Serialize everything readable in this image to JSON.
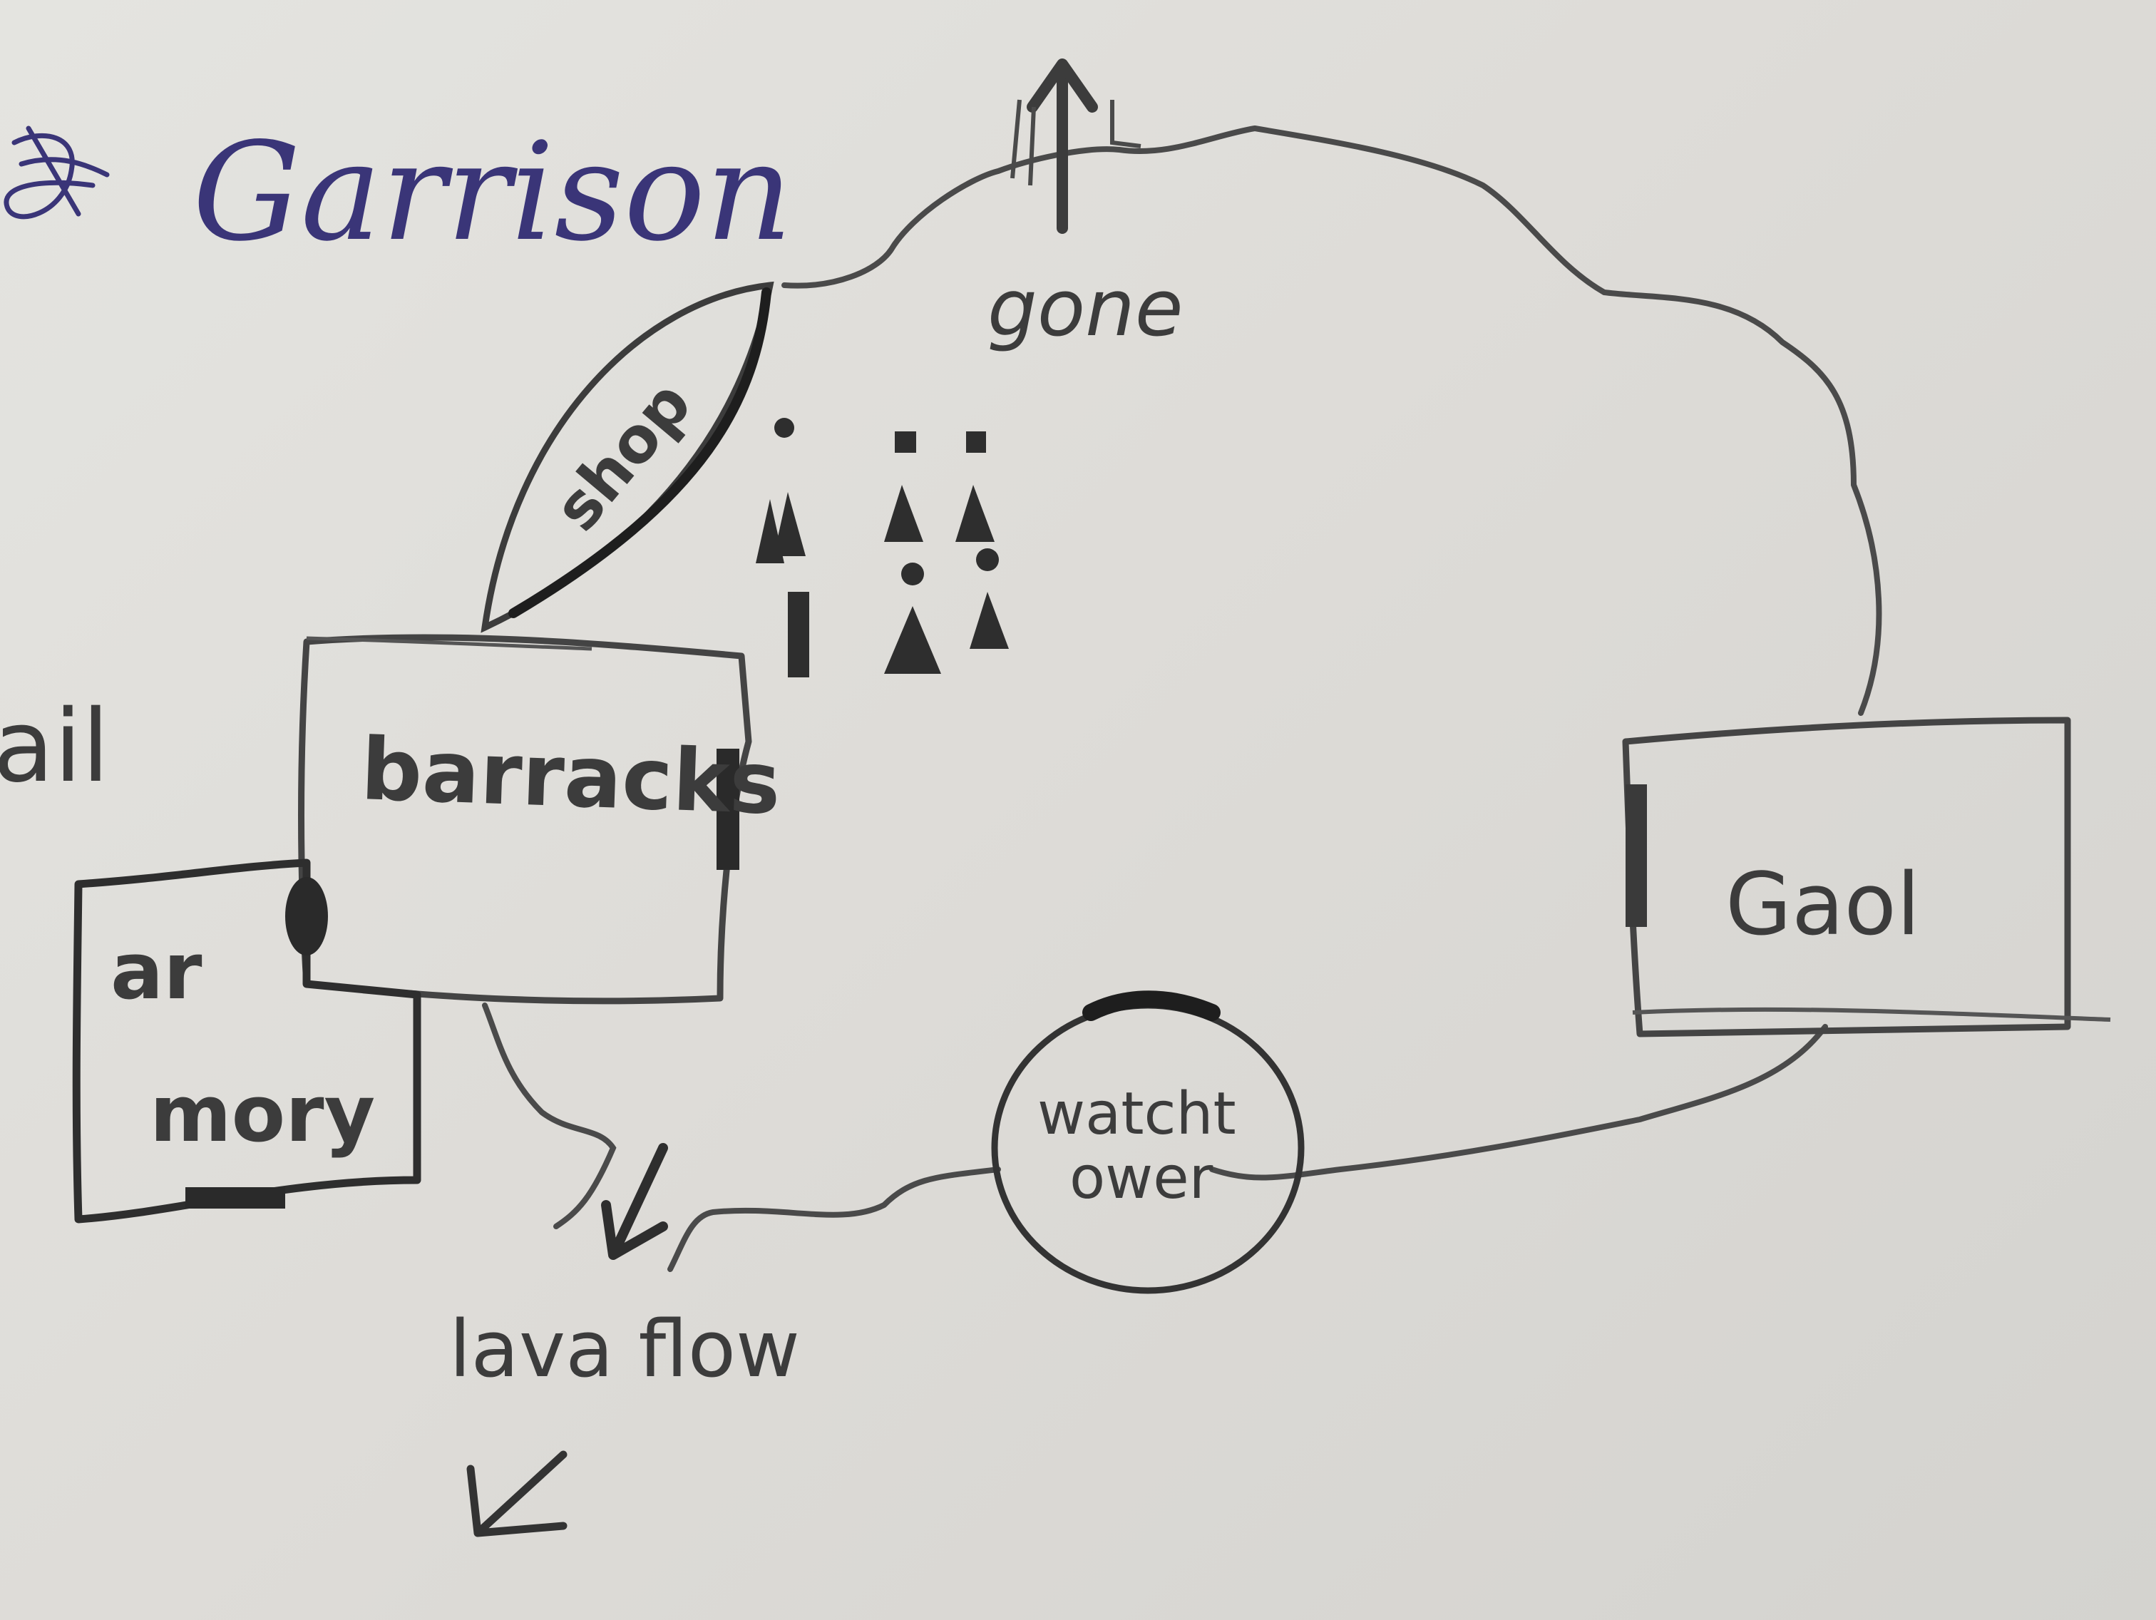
{
  "title": "Garrison",
  "labels": {
    "shop": "shop",
    "barracks": "barracks",
    "armory_line1": "ar",
    "armory_line2": "mory",
    "gaol": "Gaol",
    "watchtower_line1": "watcht",
    "watchtower_line2": "ower",
    "gone": "gone",
    "lava_flow": "lava flow",
    "left_fragment": "ail"
  },
  "colors": {
    "pencil": "#3c3c3c",
    "pen": "#3a3578",
    "paper": "#e0dfdb"
  },
  "icons": {
    "figures": "person-figure-icon",
    "arrow_up": "arrow-up-icon",
    "arrow_down_left": "arrow-down-left-icon"
  }
}
